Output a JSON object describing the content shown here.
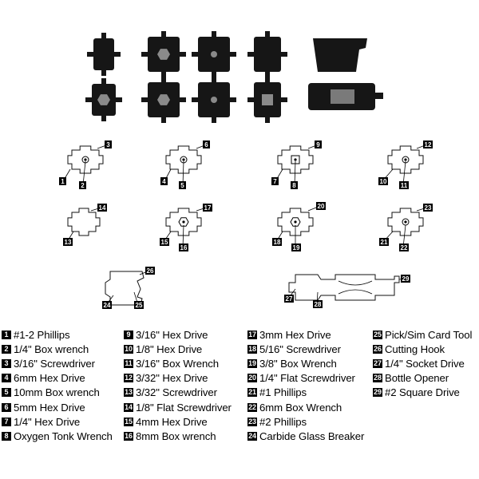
{
  "tools": [
    {
      "num": "1",
      "label": "#1-2 Phillips"
    },
    {
      "num": "2",
      "label": "1/4\" Box wrench"
    },
    {
      "num": "3",
      "label": "3/16\" Screwdriver"
    },
    {
      "num": "4",
      "label": "6mm Hex Drive"
    },
    {
      "num": "5",
      "label": "10mm Box wrench"
    },
    {
      "num": "6",
      "label": "5mm Hex Drive"
    },
    {
      "num": "7",
      "label": "1/4\" Hex Drive"
    },
    {
      "num": "8",
      "label": "Oxygen Tonk Wrench"
    },
    {
      "num": "9",
      "label": "3/16\" Hex Drive"
    },
    {
      "num": "10",
      "label": "1/8\" Hex Drive"
    },
    {
      "num": "11",
      "label": "3/16\" Box Wrench"
    },
    {
      "num": "12",
      "label": "3/32\" Hex Drive"
    },
    {
      "num": "13",
      "label": "3/32\" Screwdriver"
    },
    {
      "num": "14",
      "label": "1/8\" Flat Screwdriver"
    },
    {
      "num": "15",
      "label": "4mm Hex Drive"
    },
    {
      "num": "16",
      "label": "8mm Box wrench"
    },
    {
      "num": "17",
      "label": "3mm Hex Drive"
    },
    {
      "num": "18",
      "label": "5/16\" Screwdriver"
    },
    {
      "num": "19",
      "label": "3/8\" Box Wrench"
    },
    {
      "num": "20",
      "label": "1/4\" Flat Screwdriver"
    },
    {
      "num": "21",
      "label": "#1 Phillips"
    },
    {
      "num": "22",
      "label": "6mm Box Wrench"
    },
    {
      "num": "23",
      "label": "#2 Phillips"
    },
    {
      "num": "24",
      "label": "Carbide Glass Breaker"
    },
    {
      "num": "25",
      "label": "Pick/Sim Card Tool"
    },
    {
      "num": "26",
      "label": "Cutting Hook"
    },
    {
      "num": "27",
      "label": "1/4\" Socket Drive"
    },
    {
      "num": "28",
      "label": "Bottle Opener"
    },
    {
      "num": "29",
      "label": "#2 Square Drive"
    }
  ],
  "colors": {
    "metal": "#161616",
    "badge": "#000000",
    "outline": "#111111"
  }
}
